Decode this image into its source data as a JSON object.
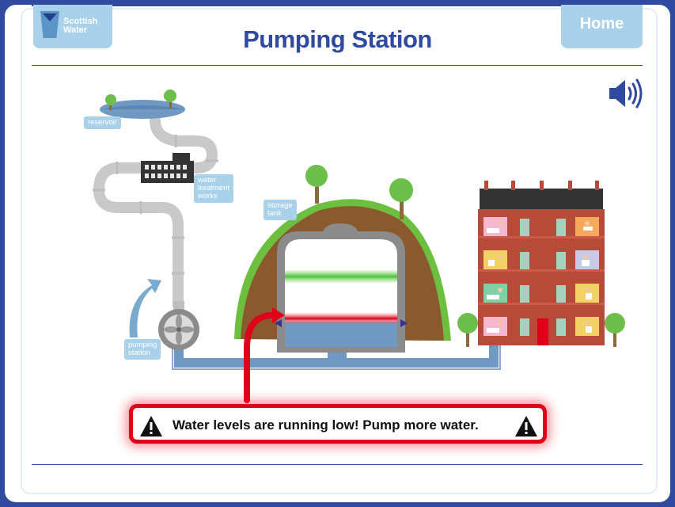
{
  "page": {
    "title": "Pumping Station"
  },
  "logo": {
    "text": "Scottish\nWater"
  },
  "nav": {
    "home_label": "Home"
  },
  "labels": {
    "reservoir": "reservoir",
    "water_treatment_works": "water\ntreatment\nworks",
    "storage_tank": "storage\ntank",
    "pumping_station": "pumping\nstation"
  },
  "alert": {
    "message": "Water levels are running low! Pump more water."
  },
  "colors": {
    "brand_blue": "#2f4a9e",
    "panel_blue": "#a9d2ea",
    "alert_red": "#e0001a",
    "water": "#6f98c2",
    "pipe": "#c9c9c9"
  },
  "icons": [
    "speaker-icon",
    "warning-icon",
    "pump-fan-icon",
    "curved-arrow-icon"
  ]
}
